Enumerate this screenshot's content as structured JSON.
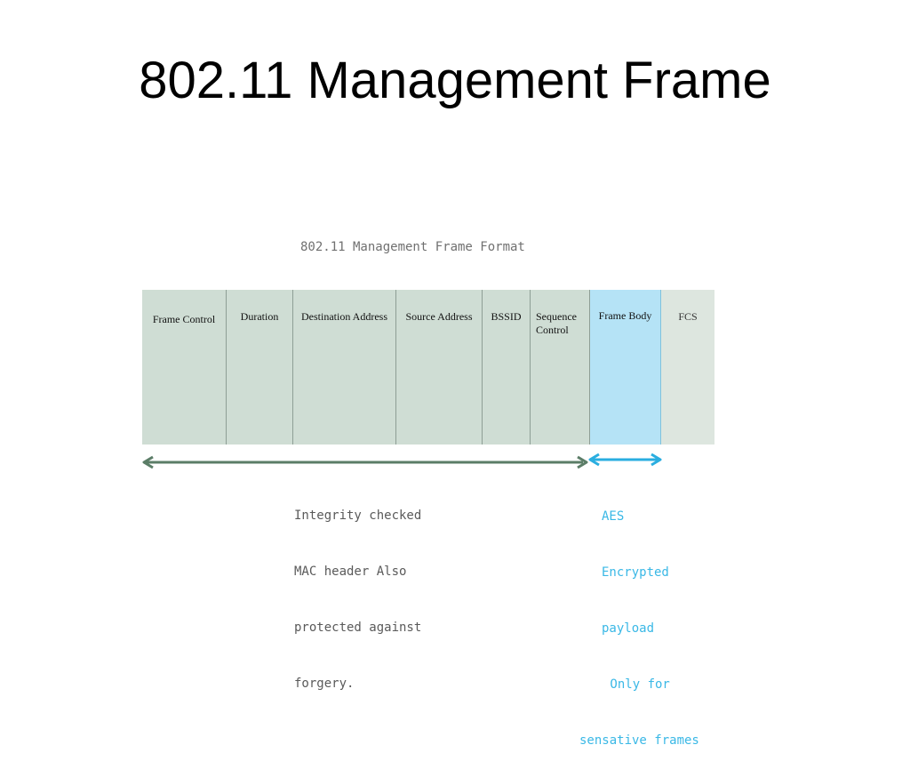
{
  "title": "802.11 Management Frame",
  "diagram": {
    "caption": "802.11 Management Frame Format",
    "fields": [
      {
        "label": "Frame Control"
      },
      {
        "label": "Duration"
      },
      {
        "label": "Destination Address"
      },
      {
        "label": "Source Address"
      },
      {
        "label": "BSSID"
      },
      {
        "label": "Sequence Control"
      },
      {
        "label": "Frame Body"
      },
      {
        "label": "FCS"
      }
    ],
    "notes": {
      "integrity": [
        "Integrity checked",
        "MAC header Also",
        "protected against",
        "forgery."
      ],
      "aes": [
        "AES",
        "Encrypted",
        "payload",
        " Only for",
        "sensative frames"
      ]
    },
    "colors": {
      "header_fields": "#cfddd4",
      "frame_body": "#b5e3f6",
      "fcs": "#dde6df",
      "integrity_arrow": "#5b7d67",
      "encryption_arrow": "#2aaee0"
    }
  }
}
